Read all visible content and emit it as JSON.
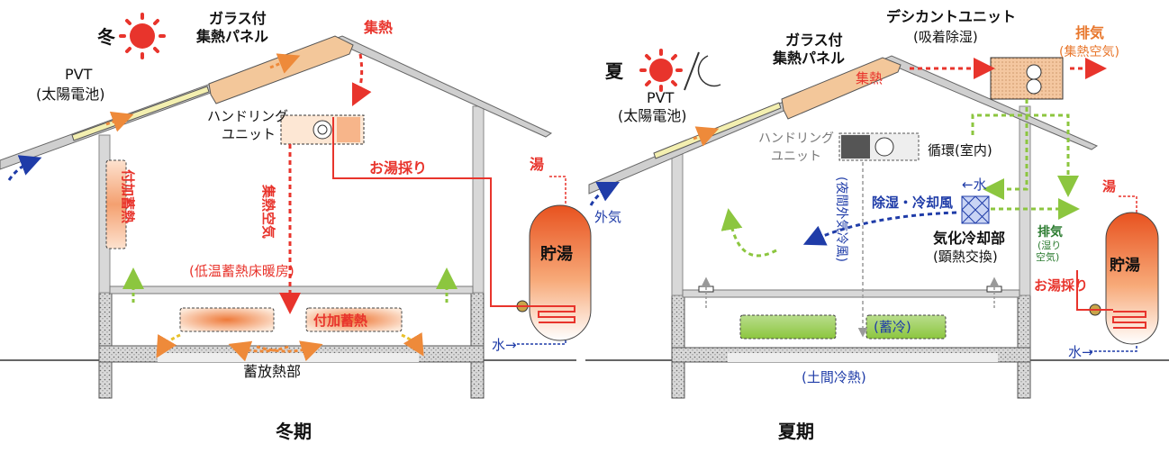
{
  "winter": {
    "season": "冬",
    "glass_panel_1": "ガラス付",
    "glass_panel_2": "集熱パネル",
    "heat_collect": "集熱",
    "pvt_1": "PVT",
    "pvt_2": "(太陽電池)",
    "handling_1": "ハンドリング",
    "handling_2": "ユニット",
    "wall_storage": "付加蓄熱",
    "collected_air": "集熱空気",
    "hot_water_take": "お湯採り",
    "hot_water": "湯",
    "tank": "貯湯",
    "low_temp": "(低温蓄熱床暖房)",
    "floor_storage": "付加蓄熱",
    "storage_part": "蓄放熱部",
    "water": "水→",
    "caption": "冬期"
  },
  "summer": {
    "season": "夏",
    "glass_panel_1": "ガラス付",
    "glass_panel_2": "集熱パネル",
    "desiccant_1": "デシカントユニット",
    "desiccant_2": "(吸着除湿)",
    "exhaust": "排気",
    "exhaust_sub": "(集熱空気)",
    "heat_collect": "集熱",
    "pvt_1": "PVT",
    "pvt_2": "(太陽電池)",
    "handling_1": "ハンドリング",
    "handling_2": "ユニット",
    "circulation": "循環(室内)",
    "outside_air": "外気",
    "water_in": "←水",
    "dehumid": "除湿・冷却風",
    "night_air": "(夜間外気冷風)",
    "exhaust2": "排気",
    "exhaust2_sub1": "(湿り",
    "exhaust2_sub2": "空気)",
    "evap_1": "気化冷却部",
    "evap_2": "(顕熱交換)",
    "hot_water": "湯",
    "tank": "貯湯",
    "hot_water_take": "お湯採り",
    "cool_storage": "(蓄冷)",
    "earth_cool": "(土間冷熱)",
    "water": "水→",
    "caption": "夏期"
  },
  "colors": {
    "red": "#e8342c",
    "orange_text": "#e8772c",
    "blue": "#1f3ca8",
    "green": "#8cc63f",
    "dark_green": "#2e7d32",
    "gray": "#888888"
  }
}
